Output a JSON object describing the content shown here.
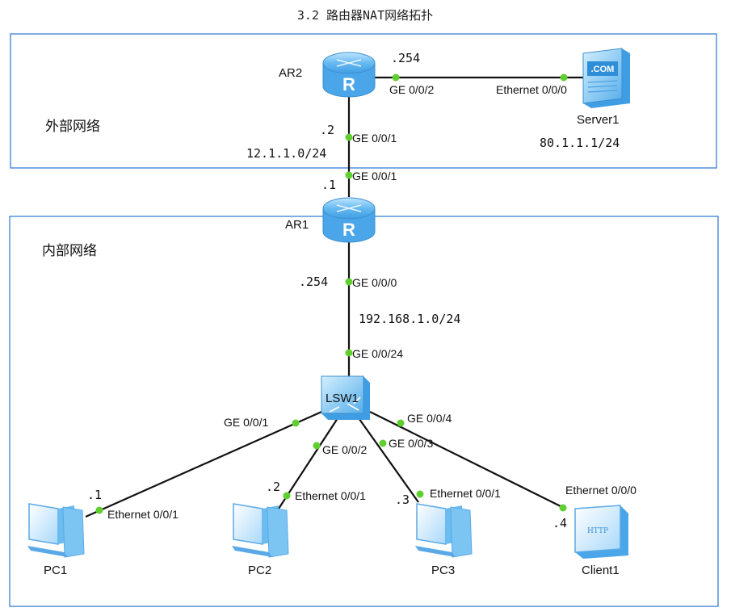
{
  "title": "3.2 路由器NAT网络拓扑",
  "zones": {
    "external": "外部网络",
    "internal": "内部网络"
  },
  "devices": {
    "ar2": "AR2",
    "ar1": "AR1",
    "server1": "Server1",
    "lsw1": "LSW1",
    "pc1": "PC1",
    "pc2": "PC2",
    "pc3": "PC3",
    "client1": "Client1",
    "router_glyph": "R",
    "server_glyph": ".COM",
    "client_glyph": "HTTP"
  },
  "ports": {
    "ar2_ge002": "GE 0/0/2",
    "server_eth000": "Ethernet 0/0/0",
    "ar2_ge001": "GE 0/0/1",
    "ar1_ge001": "GE 0/0/1",
    "ar1_ge000": "GE 0/0/0",
    "lsw_ge0024": "GE 0/0/24",
    "lsw_ge001": "GE 0/0/1",
    "lsw_ge002": "GE 0/0/2",
    "lsw_ge003": "GE 0/0/3",
    "lsw_ge004": "GE 0/0/4",
    "pc1_eth": "Ethernet 0/0/1",
    "pc2_eth": "Ethernet 0/0/1",
    "pc3_eth": "Ethernet 0/0/1",
    "client_eth": "Ethernet 0/0/0"
  },
  "addresses": {
    "ar2_out": ".254",
    "server_net": "80.1.1.1/24",
    "ar2_link": ".2",
    "link_net": "12.1.1.0/24",
    "ar1_link": ".1",
    "ar1_in": ".254",
    "lan_net": "192.168.1.0/24",
    "pc1": ".1",
    "pc2": ".2",
    "pc3": ".3",
    "client1": ".4"
  },
  "colors": {
    "zone_border": "#3a7fd5",
    "port_dot": "#5fcf2f",
    "device_blue": "#5cb4ee",
    "link": "#111111"
  }
}
